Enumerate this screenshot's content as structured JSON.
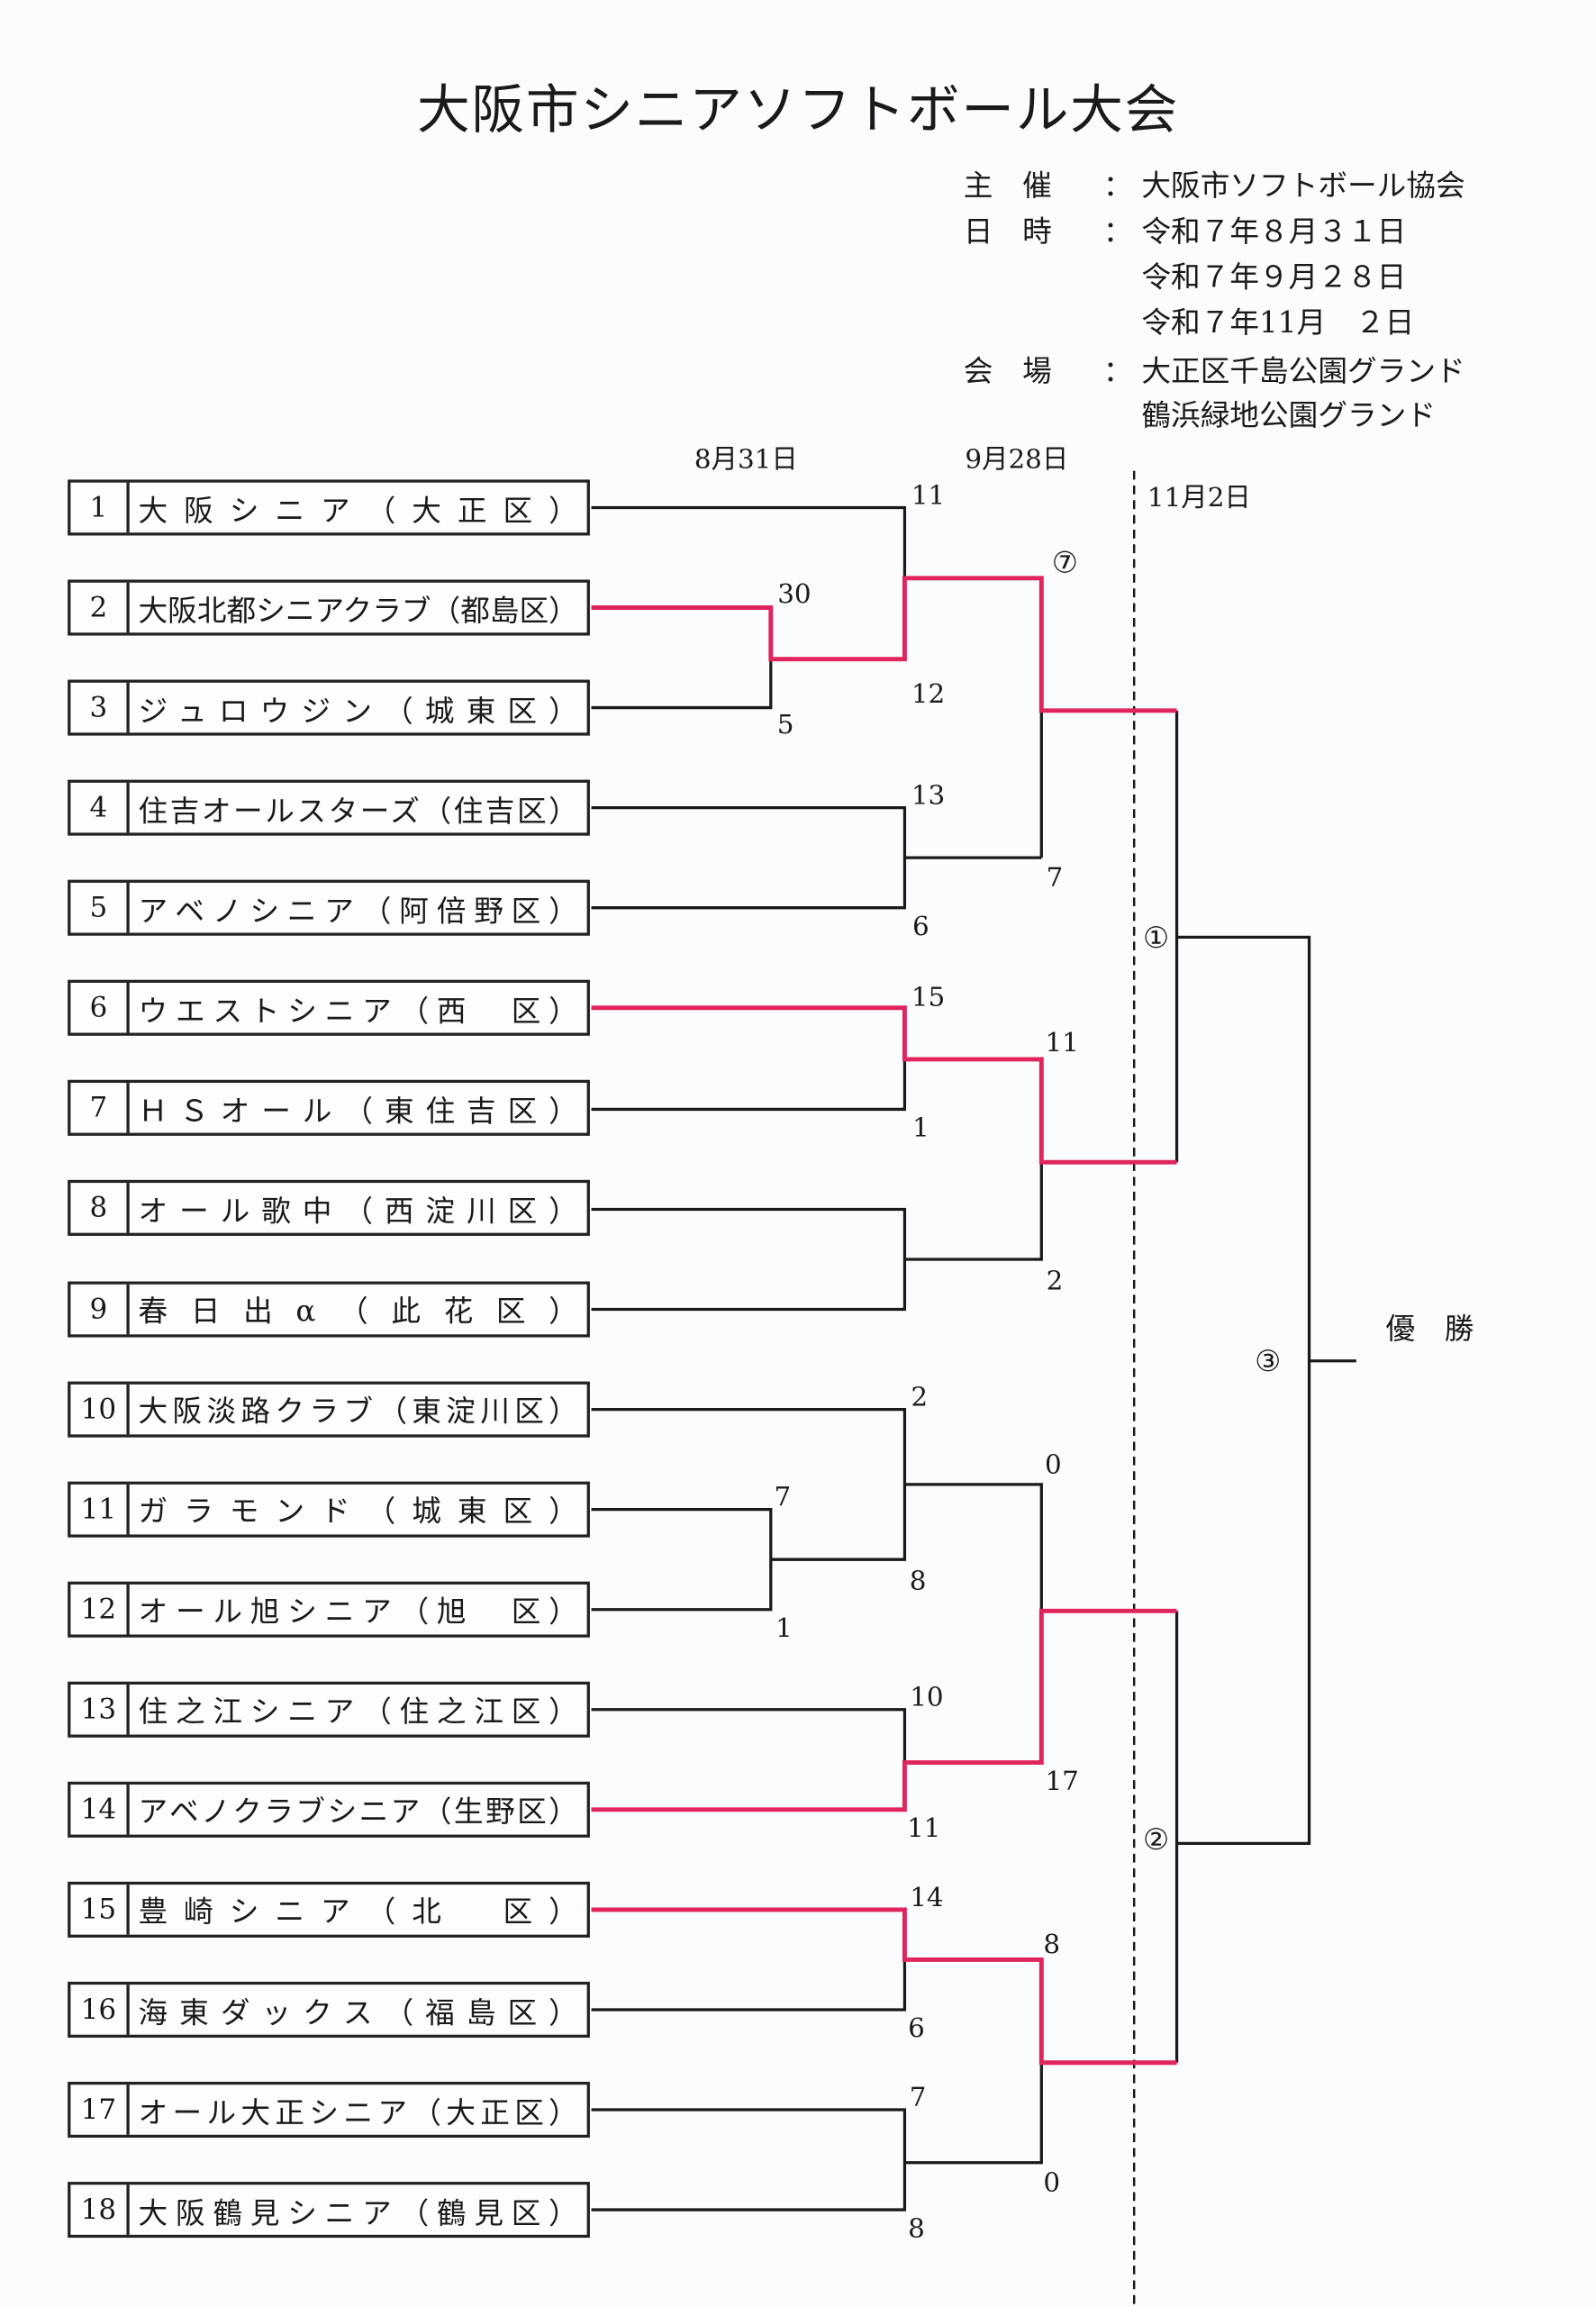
{
  "title": "大阪市シニアソフトボール大会",
  "info": {
    "organizer_label": "主　催",
    "organizer": "大阪市ソフトボール協会",
    "date_label": "日　時",
    "dates": [
      "令和７年８月３１日",
      "令和７年９月２８日",
      "令和７年11月　２日"
    ],
    "venue_label": "会　場",
    "venues": [
      "大正区千島公園グランド",
      "鶴浜緑地公園グランド"
    ],
    "colon": "："
  },
  "round_dates": [
    "8月31日",
    "9月28日",
    "11月2日"
  ],
  "teams": [
    {
      "num": "1",
      "name": "大阪シニア（大正区）"
    },
    {
      "num": "2",
      "name": "大阪北都シニアクラブ（都島区）"
    },
    {
      "num": "3",
      "name": "ジュロウジン（城東区）"
    },
    {
      "num": "4",
      "name": "住吉オールスターズ（住吉区）"
    },
    {
      "num": "5",
      "name": "アベノシニア（阿倍野区）"
    },
    {
      "num": "6",
      "name": "ウエストシニア（西　区）"
    },
    {
      "num": "7",
      "name": "ＨＳオール（東住吉区）"
    },
    {
      "num": "8",
      "name": "オール歌中（西淀川区）"
    },
    {
      "num": "9",
      "name": "春日出α（此花区）"
    },
    {
      "num": "10",
      "name": "大阪淡路クラブ（東淀川区）"
    },
    {
      "num": "11",
      "name": "ガラモンド（城東区）"
    },
    {
      "num": "12",
      "name": "オール旭シニア（旭　区）"
    },
    {
      "num": "13",
      "name": "住之江シニア（住之江区）"
    },
    {
      "num": "14",
      "name": "アベノクラブシニア（生野区）"
    },
    {
      "num": "15",
      "name": "豊崎シニア（北　区）"
    },
    {
      "num": "16",
      "name": "海東ダックス（福島区）"
    },
    {
      "num": "17",
      "name": "オール大正シニア（大正区）"
    },
    {
      "num": "18",
      "name": "大阪鶴見シニア（鶴見区）"
    }
  ],
  "scores": [
    "30",
    "5",
    "11",
    "12",
    "13",
    "6",
    "7",
    "15",
    "1",
    "11",
    "2",
    "2",
    "7",
    "1",
    "8",
    "0",
    "10",
    "11",
    "17",
    "14",
    "6",
    "8",
    "7",
    "8",
    "0"
  ],
  "match_labels": [
    "⑦",
    "①",
    "②",
    "③"
  ],
  "champion": "優　勝",
  "colors": {
    "winner_line": "#e0245e",
    "line": "#1a1a1a"
  }
}
